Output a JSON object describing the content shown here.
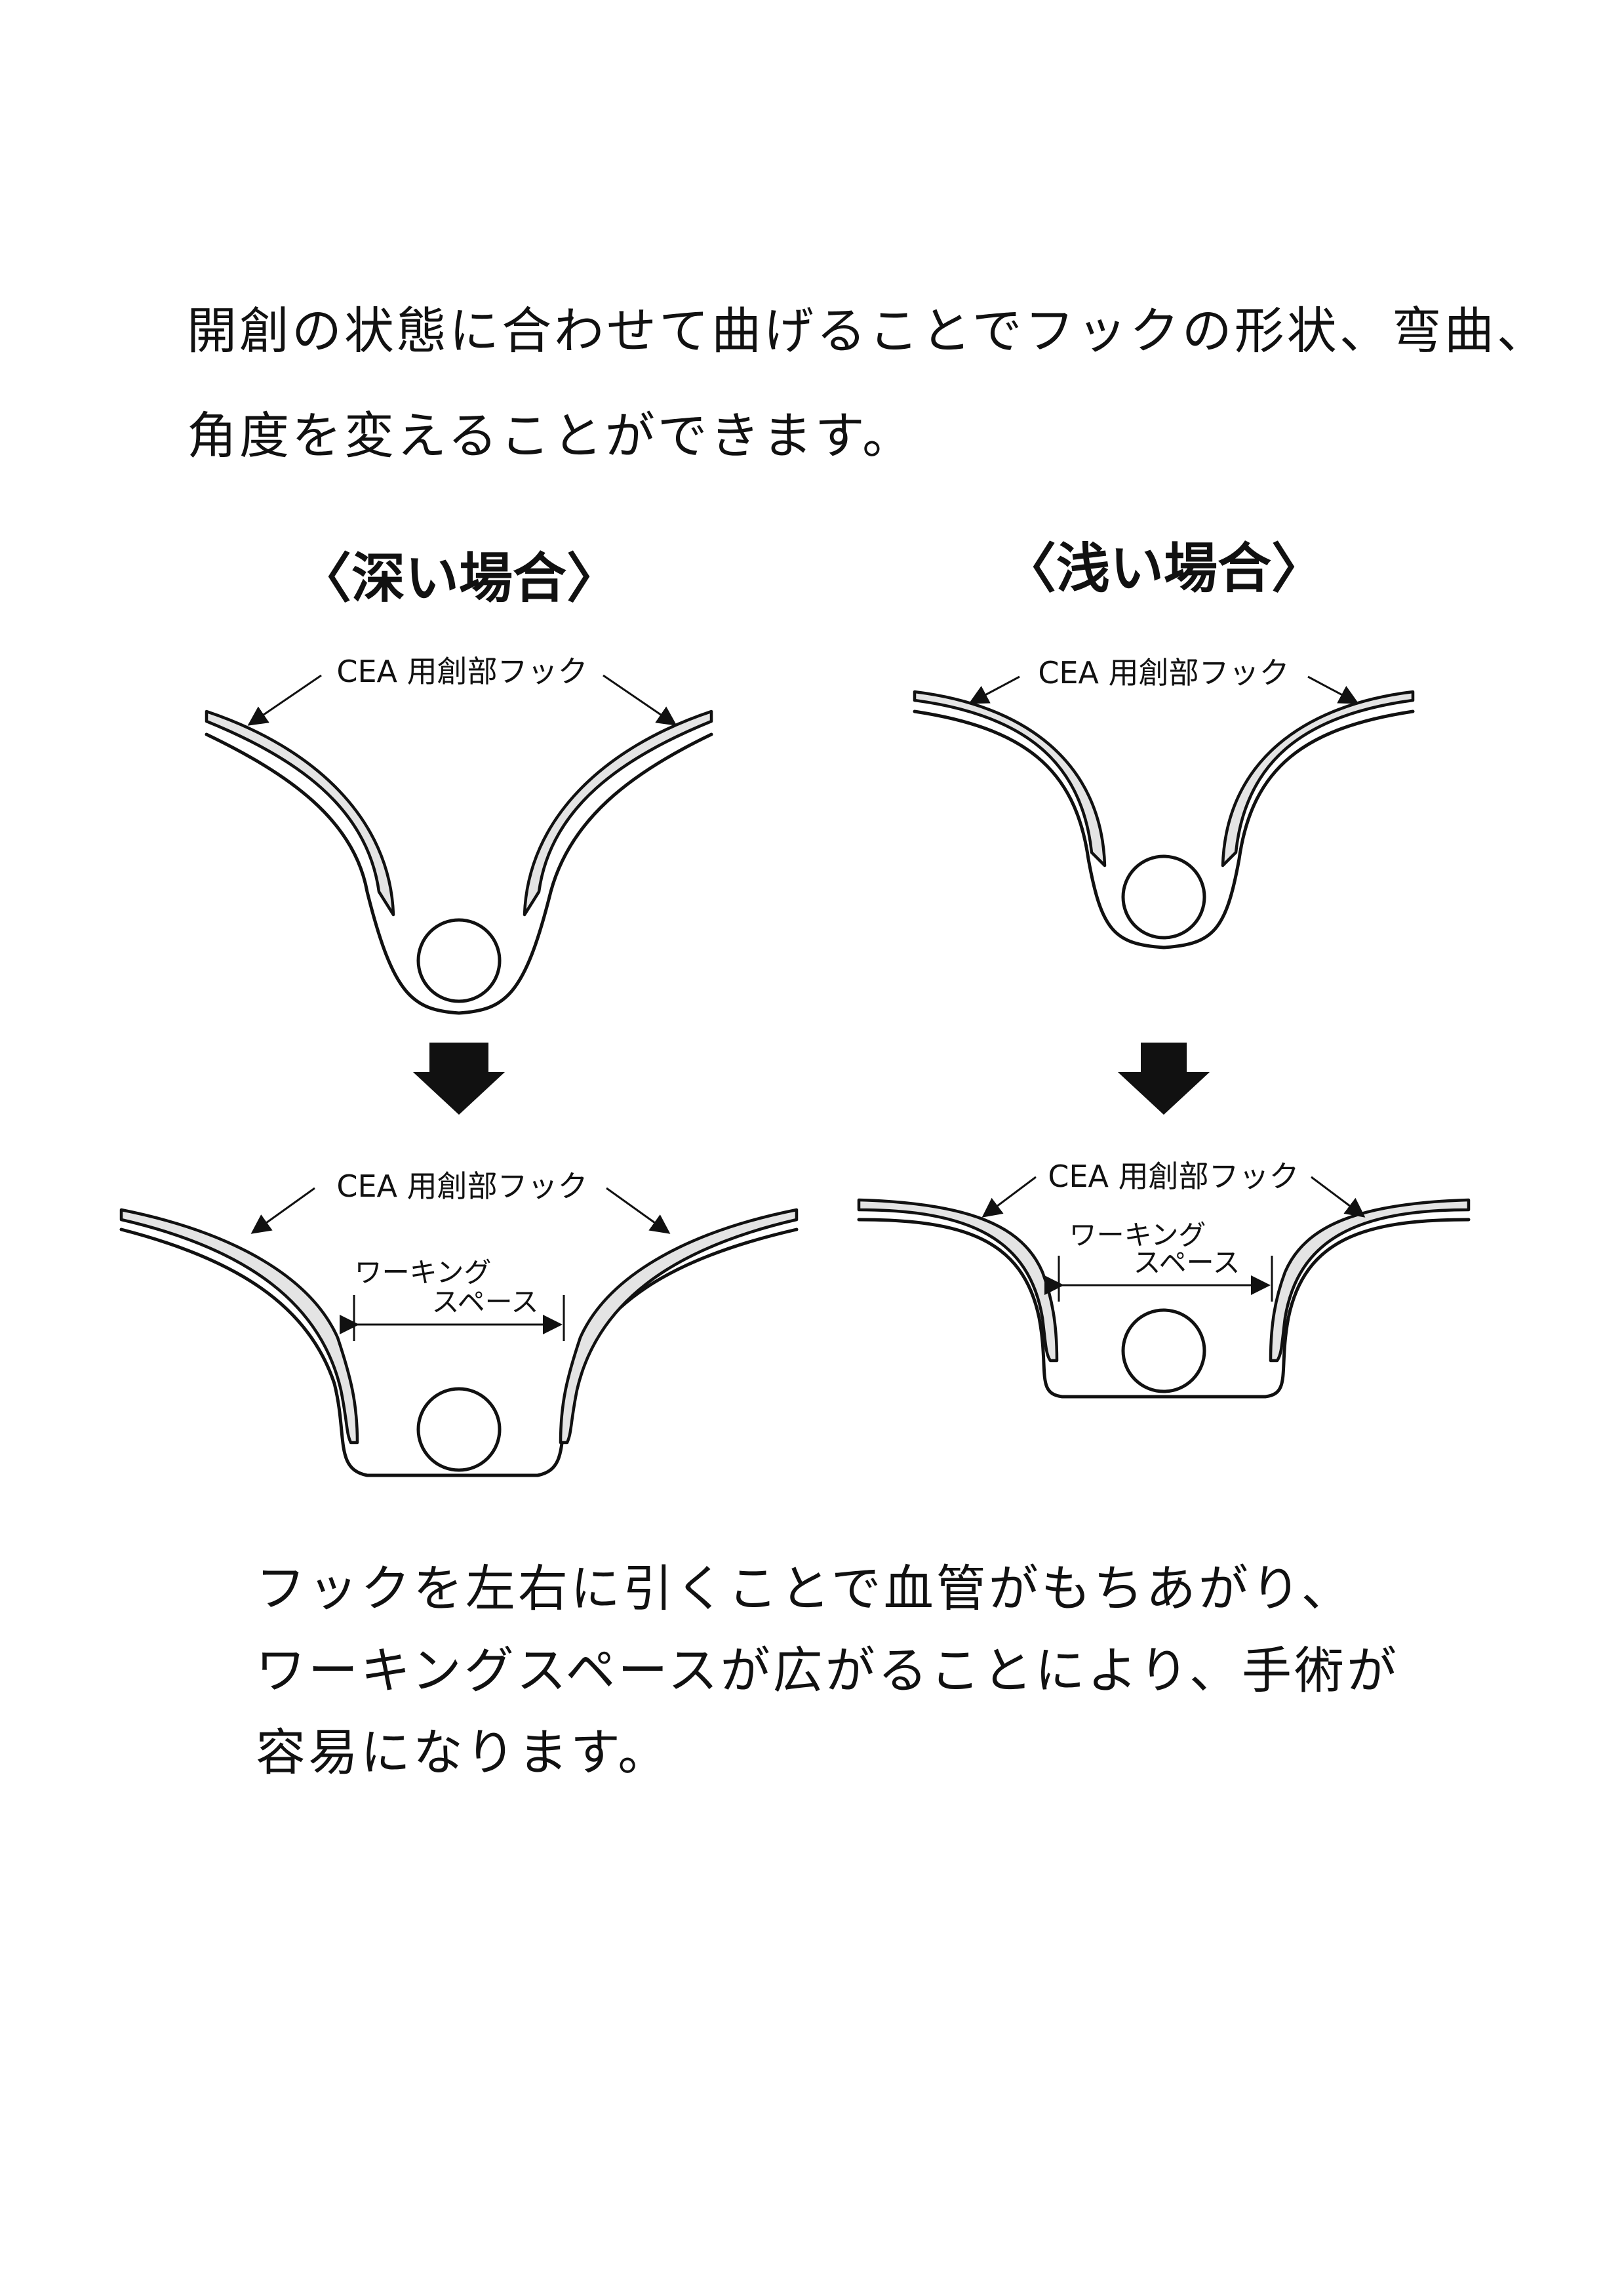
{
  "intro_text": [
    "開創の状態に合わせて曲げることでフックの形状、弯曲、",
    "角度を変えることができます。"
  ],
  "panels": {
    "deep": {
      "title": "〈深い場合〉"
    },
    "shallow": {
      "title": "〈浅い場合〉"
    }
  },
  "labels": {
    "hook": "CEA 用創部フック",
    "working_space_line1": "ワーキング",
    "working_space_line2": "スペース"
  },
  "outro_text": [
    "フックを左右に引くことで血管がもちあがり、",
    "ワーキングスペースが広がることにより、手術が",
    "容易になります。"
  ]
}
